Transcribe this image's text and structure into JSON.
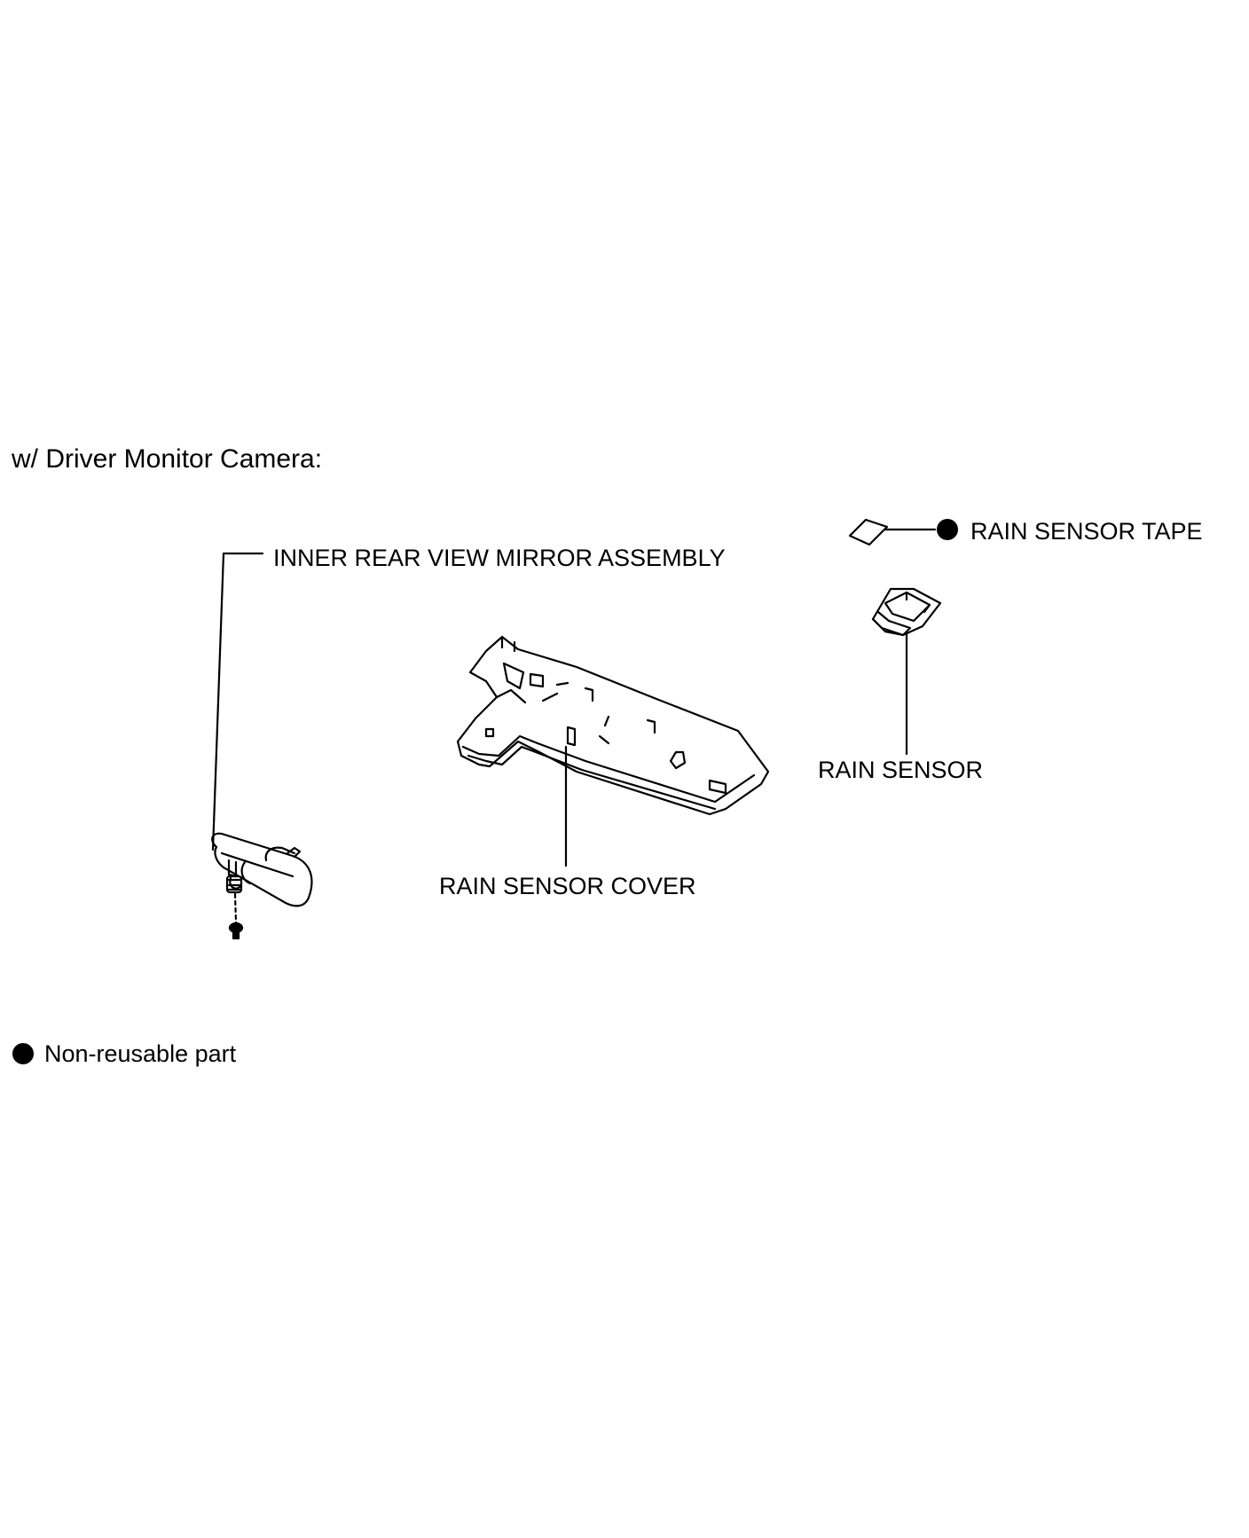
{
  "diagram": {
    "heading": "w/ Driver Monitor Camera:",
    "parts": [
      {
        "id": "mirror",
        "label": "INNER REAR VIEW MIRROR ASSEMBLY",
        "non_reusable": false
      },
      {
        "id": "tape",
        "label": "RAIN SENSOR TAPE",
        "non_reusable": true
      },
      {
        "id": "sensor",
        "label": "RAIN SENSOR",
        "non_reusable": false
      },
      {
        "id": "cover",
        "label": "RAIN SENSOR COVER",
        "non_reusable": false
      }
    ],
    "legend": {
      "symbol": "filled-circle",
      "label": "Non-reusable part"
    }
  }
}
